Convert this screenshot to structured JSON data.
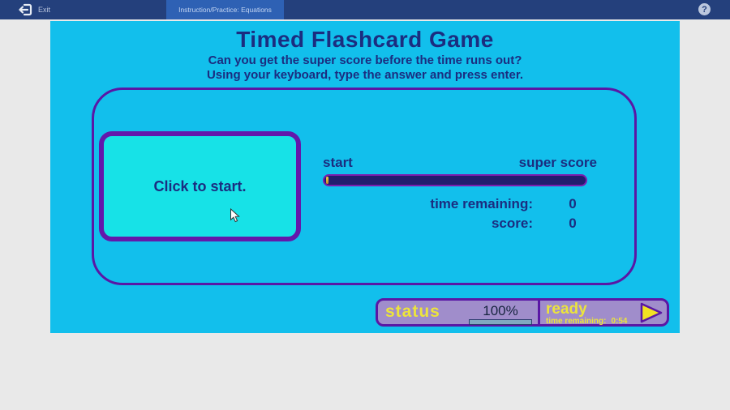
{
  "topbar": {
    "exit_label": "Exit",
    "tab_label": "Instruction/Practice: Equations",
    "help_glyph": "?"
  },
  "header": {
    "title": "Timed Flashcard Game",
    "subtitle_line1": "Can you get the super score before the time runs out?",
    "subtitle_line2": "Using your keyboard, type the answer and press enter."
  },
  "game": {
    "card_label": "Click to start.",
    "progress": {
      "start_label": "start",
      "end_label": "super score",
      "value_pct": 1
    },
    "stats": [
      {
        "label": "time remaining:",
        "value": "0"
      },
      {
        "label": "score:",
        "value": "0"
      }
    ]
  },
  "status_panel": {
    "status_label": "status",
    "percent_label": "100%",
    "percent_value": 100,
    "state_label": "ready",
    "time_remaining_label": "time remaining:",
    "time_remaining_value": "0:54"
  },
  "icons": {
    "exit": "exit-door-left-arrow",
    "help": "question-mark-circle",
    "play": "play-triangle",
    "cursor": "mouse-arrow"
  },
  "colors": {
    "topbar_bg": "#24407c",
    "tab_bg": "#2e61b4",
    "stage_bg": "#12bfec",
    "text_navy": "#1b2d80",
    "panel_border_purple": "#5a17a5",
    "card_bg": "#17e2e7",
    "card_border": "#6318ab",
    "bar_fill_navy": "#221d6e",
    "bar_border_purple": "#7c1cad",
    "status_bg": "#a08dcb",
    "status_yellow": "#ece43c",
    "mini_bar_fill": "#7fa9c0",
    "play_yellow": "#f2e223"
  }
}
